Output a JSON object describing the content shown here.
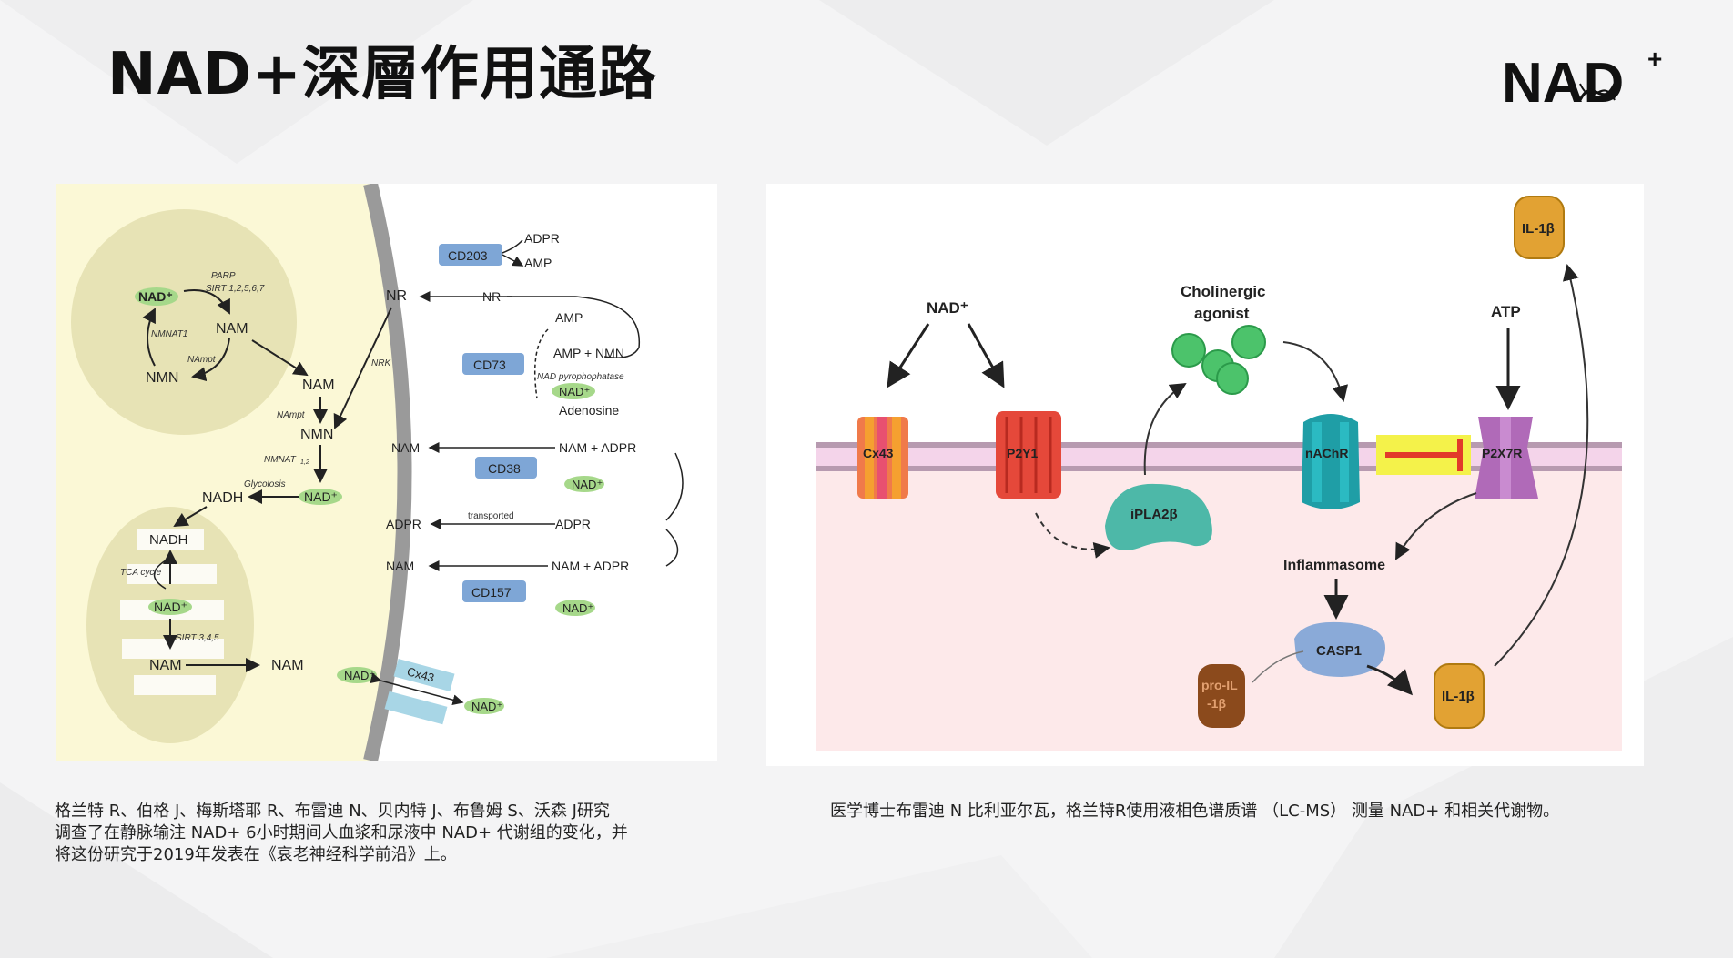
{
  "title": "NAD+深層作用通路",
  "logo": {
    "text": "NAD",
    "superscript": "+"
  },
  "left_diagram": {
    "mito": {
      "nad": "NAD⁺",
      "parp": "PARP",
      "sirt": "SIRT 1,2,5,6,7",
      "nam": "NAM",
      "nmnat1": "NMNAT1",
      "nampt": "NAmpt",
      "nmn": "NMN"
    },
    "cyto": {
      "nam": "NAM",
      "nampt": "NAmpt",
      "nmn": "NMN",
      "nrk": "NRK",
      "nmnat": "NMNAT",
      "nmnat_sub": "1,2",
      "glycolosis": "Glycolosis",
      "nadh": "NADH",
      "nad": "NAD⁺",
      "nr": "NR"
    },
    "mito2": {
      "nadh": "NADH",
      "tca": "TCA cycle",
      "nad": "NAD⁺",
      "sirt": "SIRT 3,4,5",
      "nam": "NAM",
      "nam_out": "NAM"
    },
    "enzymes": {
      "cd203": "CD203",
      "adpr": "ADPR",
      "amp": "AMP",
      "nr_out": "NR",
      "cd73": "CD73",
      "amp2": "AMP",
      "amp_nmn": "AMP + NMN",
      "nad_pyro": "NAD pyrophophatase",
      "nad_cd73": "NAD⁺",
      "adenosine": "Adenosine",
      "cd38": "CD38",
      "nam_left": "NAM",
      "nam_adpr": "NAM  +  ADPR",
      "nad_cd38": "NAD⁺",
      "adpr_left": "ADPR",
      "transported": "transported",
      "adpr_right": "ADPR",
      "cd157": "CD157",
      "nam_left2": "NAM",
      "nam_adpr2": "NAM  +  ADPR",
      "nad_cd157": "NAD⁺",
      "cx43": "Cx43",
      "nad_in": "NAD⁺",
      "nad_out": "NAD⁺"
    }
  },
  "right_diagram": {
    "nad": "NAD⁺",
    "cholinergic1": "Cholinergic",
    "cholinergic2": "agonist",
    "atp": "ATP",
    "il1b_top": "IL-1β",
    "cx43": "Cx43",
    "p2y1": "P2Y1",
    "nachr": "nAChR",
    "p2x7r": "P2X7R",
    "ipla2b": "iPLA2β",
    "inflammasome": "Inflammasome",
    "casp1": "CASP1",
    "proil1": "pro-IL",
    "proil2": "-1β",
    "il1b": "IL-1β"
  },
  "captions": {
    "left_lines": [
      "格兰特 R、伯格 J、梅斯塔耶 R、布雷迪 N、贝内特 J、布鲁姆 S、沃森 J研究",
      "调查了在静脉输注 NAD+ 6小时期间人血浆和尿液中 NAD+ 代谢组的变化，并",
      "将这份研究于2019年发表在《衰老神经科学前沿》上。"
    ],
    "right": "医学博士布雷迪 N 比利亚尔瓦，格兰特R使用液相色谱质谱 （LC-MS） 测量 NAD+ 和相关代谢物。"
  },
  "colors": {
    "membrane_gray": "#9a9a9a",
    "cytoplasm": "#fbf8d6",
    "mito": "#e7e3b5",
    "enzyme_blue": "#7ea6d6",
    "nad_green": "#a6d88a",
    "cell_pink": "#fde9ea",
    "membrane_pink": "#e6b7da",
    "nachr_teal": "#1f9ea6",
    "ipla_teal": "#4db8a8",
    "casp_blue": "#8aaad8",
    "il_orange": "#e2a233",
    "pro_brown": "#8b4a1c",
    "p2y1_red": "#e5483a",
    "cx43_orange": "#f07a4a",
    "p2x7r_purple": "#b06ab8",
    "inhibit_yellow": "#f4f24a",
    "inhibit_red": "#e23a2a"
  }
}
